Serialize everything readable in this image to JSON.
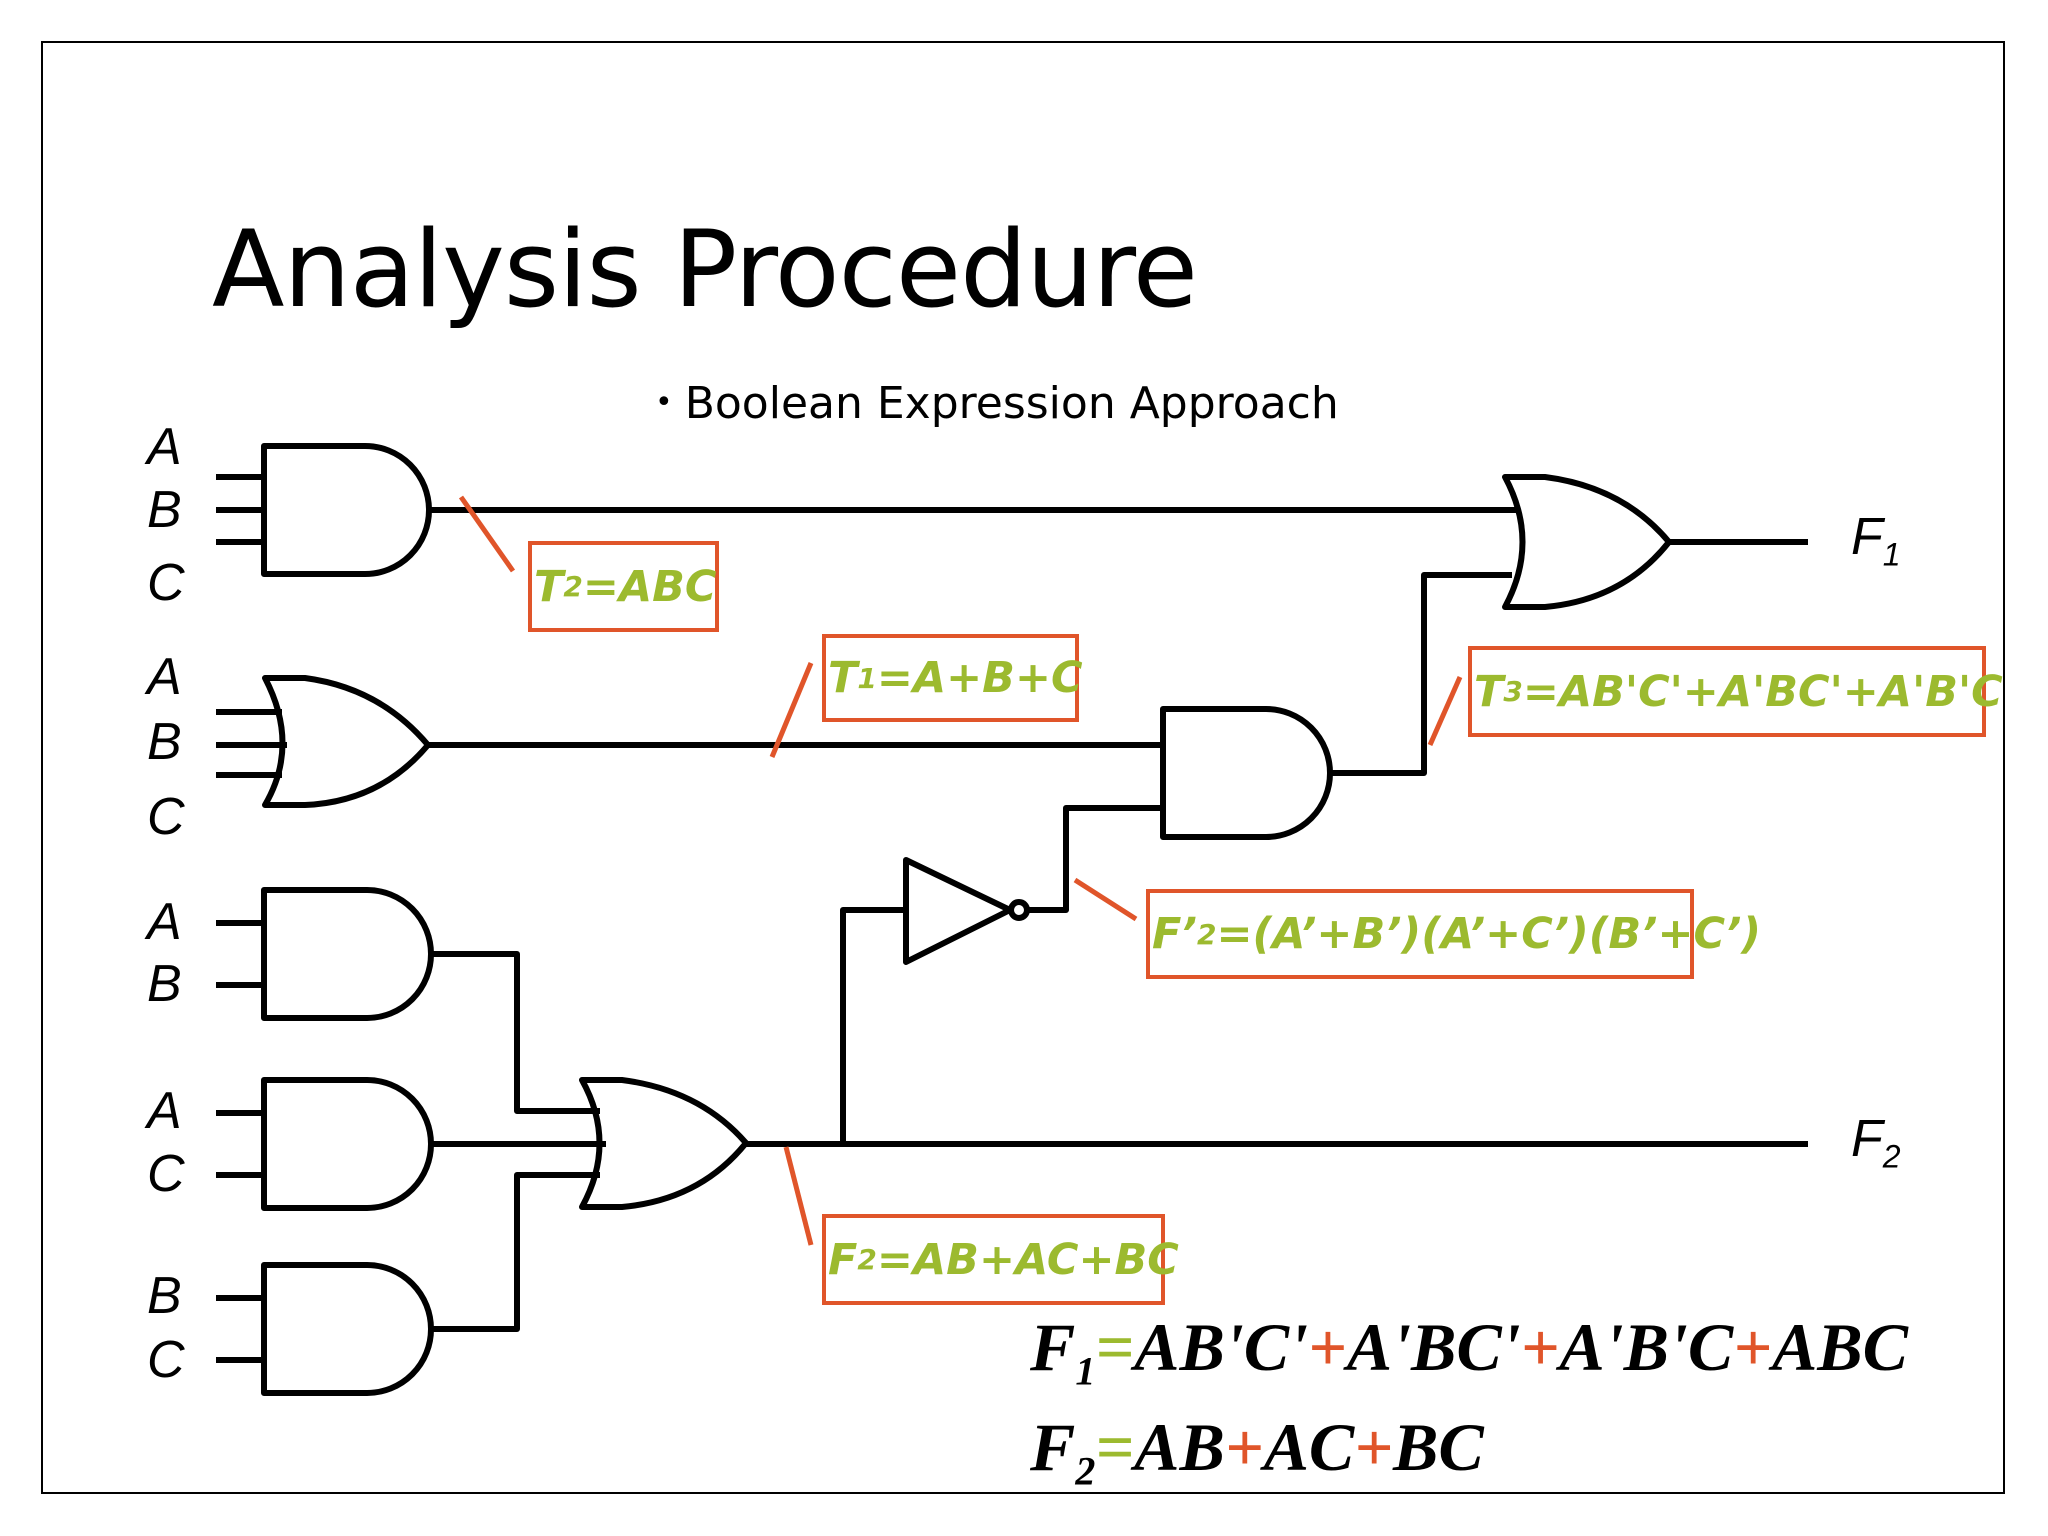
{
  "title": "Analysis Procedure",
  "bullet": "Boolean Expression Approach",
  "inputs": {
    "g1": [
      "A",
      "B",
      "C"
    ],
    "g2": [
      "A",
      "B",
      "C"
    ],
    "g3": [
      "A",
      "B"
    ],
    "g4": [
      "A",
      "C"
    ],
    "g5": [
      "B",
      "C"
    ]
  },
  "outputs": {
    "f1": {
      "base": "F",
      "sub": "1"
    },
    "f2": {
      "base": "F",
      "sub": "2"
    }
  },
  "annotations": {
    "t2": {
      "base": "T",
      "sub": "2",
      "rest": "=ABC"
    },
    "t1": {
      "base": "T",
      "sub": "1",
      "rest": "=A+B+C"
    },
    "t3": {
      "base": "T",
      "sub": "3",
      "rest": "=AB'C'+A'BC'+A'B'C"
    },
    "f2p": {
      "base": "F’",
      "sub": "2",
      "rest": "=(A’+B’)(A’+C’)(B’+C’)"
    },
    "f2": {
      "base": "F",
      "sub": "2",
      "rest": "=AB+AC+BC"
    }
  },
  "equations": {
    "f1": {
      "base": "F",
      "sub": "1",
      "eq": "=",
      "terms": [
        "AB'C'",
        "A'BC'",
        "A'B'C",
        "ABC"
      ],
      "op": "+"
    },
    "f2": {
      "base": "F",
      "sub": "2",
      "eq": "=",
      "terms": [
        "AB",
        "AC",
        "BC"
      ],
      "op": "+"
    }
  },
  "colors": {
    "annotation_text": "#9cba2f",
    "annotation_border": "#e0552a",
    "operator": "#e0552a",
    "equals": "#9cba2f"
  }
}
